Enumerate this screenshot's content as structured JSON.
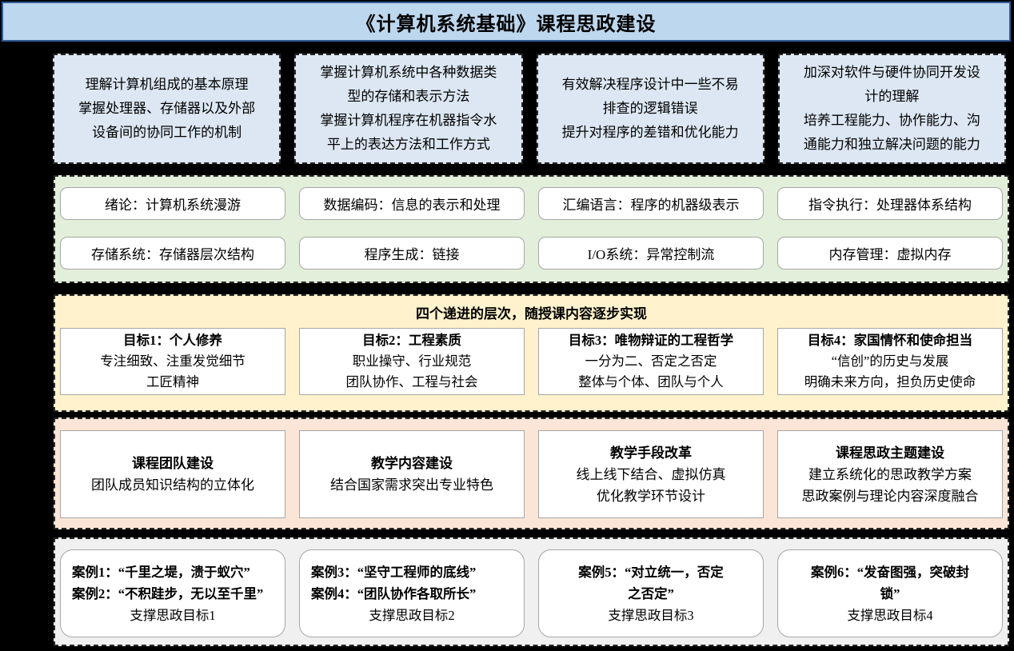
{
  "title": "《计算机系统基础》课程思政建设",
  "colors": {
    "title_fill": "#bdd7ee",
    "title_border": "#2e5b97",
    "objective_fill": "#dce7f3",
    "chapters_band_fill": "#e2efda",
    "goals_band_fill": "#fff2cc",
    "construction_band_fill": "#fbe5d6",
    "cases_band_fill": "#f0f0f0",
    "inner_box_border": "#a6a6a6"
  },
  "objectives": [
    "理解计算机组成的基本原理\n掌握处理器、存储器以及外部\n设备间的协同工作的机制",
    "掌握计算机系统中各种数据类\n型的存储和表示方法\n掌握计算机程序在机器指令水\n平上的表达方法和工作方式",
    "有效解决程序设计中一些不易\n排查的逻辑错误\n提升对程序的差错和优化能力",
    "加深对软件与硬件协同开发设\n计的理解\n培养工程能力、协作能力、沟\n通能力和独立解决问题的能力"
  ],
  "chapters": [
    "绪论：计算机系统漫游",
    "数据编码：信息的表示和处理",
    "汇编语言：程序的机器级表示",
    "指令执行：处理器体系结构",
    "存储系统：存储器层次结构",
    "程序生成：链接",
    "I/O系统：异常控制流",
    "内存管理：虚拟内存"
  ],
  "goals_band": {
    "title": "四个递进的层次，随授课内容逐步实现",
    "items": [
      {
        "head": "目标1：个人修养",
        "body": "专注细致、注重发觉细节\n工匠精神"
      },
      {
        "head": "目标2：工程素质",
        "body": "职业操守、行业规范\n团队协作、工程与社会"
      },
      {
        "head": "目标3：唯物辩证的工程哲学",
        "body": "一分为二、否定之否定\n整体与个体、团队与个人"
      },
      {
        "head": "目标4：家国情怀和使命担当",
        "body": "“信创”的历史与发展\n明确未来方向，担负历史使命"
      }
    ]
  },
  "construction": {
    "items": [
      {
        "head": "课程团队建设",
        "body": "团队成员知识结构的立体化"
      },
      {
        "head": "教学内容建设",
        "body": "结合国家需求突出专业特色"
      },
      {
        "head": "教学手段改革",
        "body": "线上线下结合、虚拟仿真\n优化教学环节设计"
      },
      {
        "head": "课程思政主题建设",
        "body": "建立系统化的思政教学方案\n思政案例与理论内容深度融合"
      }
    ]
  },
  "cases": {
    "items": [
      {
        "head": "案例1：“千里之堤，溃于蚁穴”\n案例2：“不积跬步，无以至千里”",
        "support": "支撑思政目标1"
      },
      {
        "head": "案例3：“坚守工程师的底线”\n案例4：“团队协作各取所长”",
        "support": "支撑思政目标2"
      },
      {
        "head": "案例5：“对立统一，否定\n之否定”",
        "support": "支撑思政目标3"
      },
      {
        "head": "案例6：“发奋图强，突破封\n锁”",
        "support": "支撑思政目标4"
      }
    ]
  }
}
